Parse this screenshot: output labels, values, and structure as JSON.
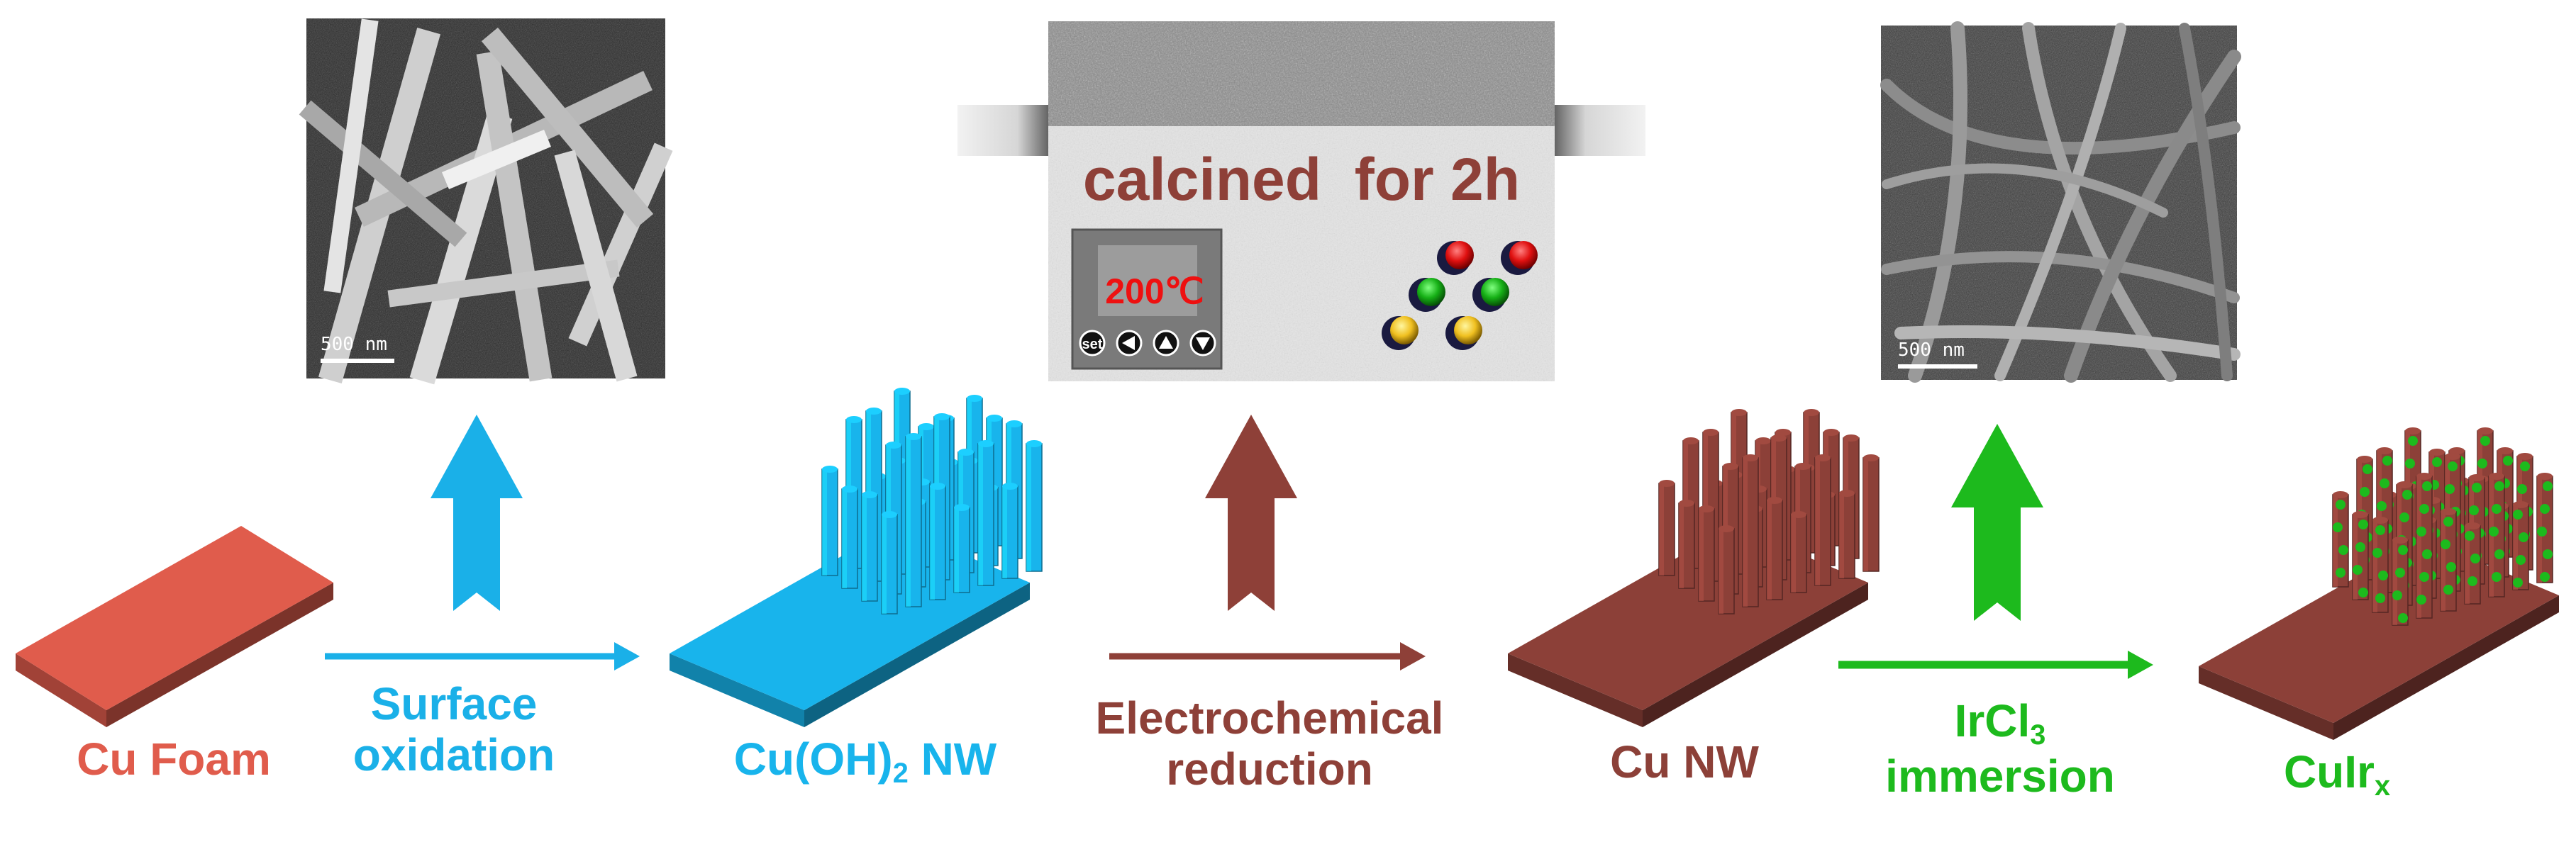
{
  "colors": {
    "cu_foam": "#E05C4C",
    "cu_oh2": "#18B4EC",
    "cu_nw": "#8C4038",
    "iridium": "#1DBA1D",
    "arrow_blue": "#1AB0E8",
    "arrow_brown": "#8E4038",
    "arrow_green": "#1DBA1D"
  },
  "stages": [
    {
      "label": "Cu Foam",
      "color": "#E05C4C"
    },
    {
      "label": "Cu(OH)",
      "subscript": "2",
      "suffix": " NW",
      "color": "#18B4EC"
    },
    {
      "label": "Cu NW",
      "color": "#8C4038"
    },
    {
      "label": "CuIr",
      "subscript": "x",
      "color": "#1DBA1D"
    }
  ],
  "steps": [
    {
      "line1": "Surface",
      "line2": "oxidation",
      "color": "#1AB0E8"
    },
    {
      "line1": "Electrochemical",
      "line2": "reduction",
      "color": "#8E4038"
    },
    {
      "line1": "IrCl",
      "line1_subscript": "3",
      "line2": "immersion",
      "color": "#1DBA1D"
    }
  ],
  "sem_images": [
    {
      "scale_bar": "500 nm",
      "depicts": "Cu(OH)2 nanowires"
    },
    {
      "scale_bar": "500 nm",
      "depicts": "CuIrx nanowires"
    }
  ],
  "furnace": {
    "caption": "calcined  for 2h",
    "temperature": "200℃",
    "buttons": [
      "set",
      "left-icon",
      "up-icon",
      "down-icon"
    ]
  }
}
